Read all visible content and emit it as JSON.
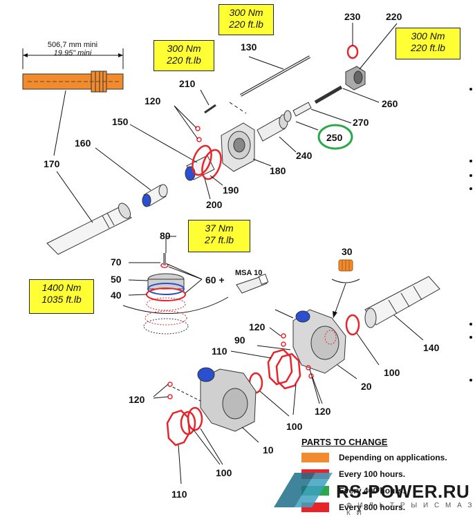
{
  "dimension": {
    "metric": "506,7 mm mini",
    "imperial": "19.95\" mini"
  },
  "torques": {
    "t130": [
      "300 Nm",
      "220 ft.lb"
    ],
    "t210": [
      "300 Nm",
      "220 ft.lb"
    ],
    "t220": [
      "300 Nm",
      "220 ft.lb"
    ],
    "t80": [
      "37 Nm",
      "27  ft.lb"
    ],
    "t40": [
      "1400 Nm",
      "1035 ft.lb"
    ]
  },
  "parts": {
    "p10": "10",
    "p20": "20",
    "p30": "30",
    "p40": "40",
    "p50": "50",
    "p60": "60 +",
    "p70": "70",
    "p80": "80",
    "p90": "90",
    "p100a": "100",
    "p100b": "100",
    "p100c": "100",
    "p110a": "110",
    "p110b": "110",
    "p120a": "120",
    "p120b": "120",
    "p120c": "120",
    "p120d": "120",
    "p130": "130",
    "p140": "140",
    "p150": "150",
    "p160": "160",
    "p170": "170",
    "p180": "180",
    "p190": "190",
    "p200": "200",
    "p210": "210",
    "p220": "220",
    "p230": "230",
    "p240": "240",
    "p250": "250",
    "p260": "260",
    "p270": "270",
    "msa": "MSA 10"
  },
  "legend": {
    "title": "PARTS TO CHANGE",
    "rows": [
      {
        "label": "Depending on applications.",
        "color": "#f28a2e"
      },
      {
        "label": "Every 100 hours.",
        "color": "#e8242a"
      },
      {
        "label": "Every 400 hours.",
        "color": "#2aa84a"
      },
      {
        "label": "Every 800 hours.",
        "color": "#e8242a"
      }
    ]
  },
  "logo": {
    "text": "RS-POWER.RU",
    "sub": "Ф И Л Ь Т Р Ы И С М А З К И"
  },
  "colors": {
    "orange": "#f28a2e",
    "red": "#e8242a",
    "green": "#2aa84a",
    "yellow": "#ffff33",
    "blue": "#2a4fd0"
  }
}
